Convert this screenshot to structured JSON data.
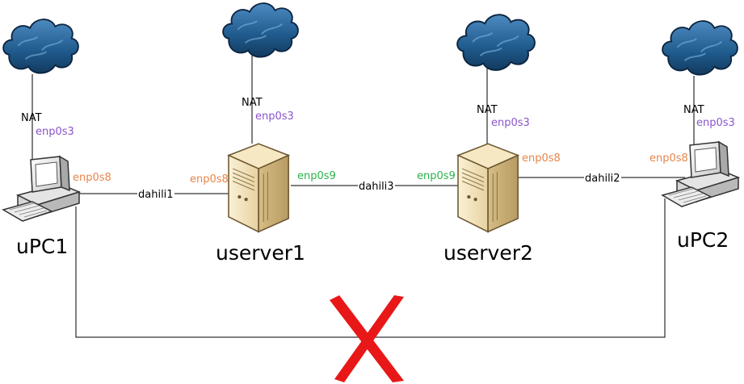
{
  "colors": {
    "orange": "#e8844a",
    "purple": "#8a55cc",
    "green": "#2bb24c",
    "cross": "#e81818",
    "cloud": "#1f5a8c"
  },
  "icons": {
    "cloud": "cloud-icon",
    "pc": "desktop-computer-icon",
    "server": "server-tower-icon",
    "cross": "red-x-cross-icon"
  },
  "nodes": {
    "upc1": {
      "name": "uPC1",
      "nat": "NAT",
      "ext_if": "enp0s3",
      "int_if": "enp0s8"
    },
    "userver1": {
      "name": "userver1",
      "nat": "NAT",
      "ext_if": "enp0s3",
      "left_if": "enp0s8",
      "right_if": "enp0s9"
    },
    "userver2": {
      "name": "userver2",
      "nat": "NAT",
      "ext_if": "enp0s3",
      "left_if": "enp0s9",
      "right_if": "enp0s8"
    },
    "upc2": {
      "name": "uPC2",
      "nat": "NAT",
      "ext_if": "enp0s3",
      "int_if": "enp0s8"
    }
  },
  "links": {
    "l1": "dahili1",
    "l3": "dahili3",
    "l2": "dahili2"
  }
}
